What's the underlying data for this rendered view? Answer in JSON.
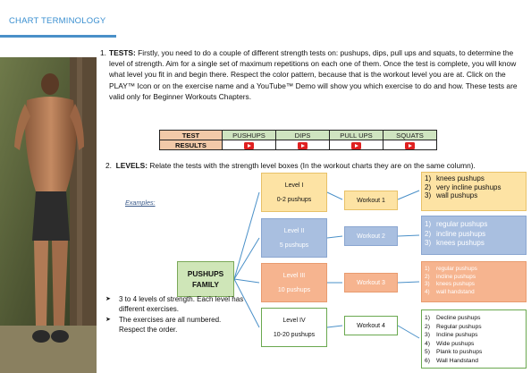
{
  "header": {
    "title": "CHART TERMINOLOGY"
  },
  "section1": {
    "number": "1.",
    "heading": "TESTS:",
    "text": "Firstly, you need to do a couple of different strength tests on: pushups, dips, pull ups and squats, to determine the level of strength. Aim for a single set of maximum repetitions on each one of them. Once the test is complete, you will know what level you fit in and begin there. Respect the color pattern, because that is the workout level you are at. Click on the PLAY™ Icon or on the exercise name and a YouTube™ Demo will show you which exercise to do and how. These tests are valid only for Beginner Workouts Chapters."
  },
  "tests_table": {
    "label_top": "TEST",
    "label_bottom": "RESULTS",
    "columns": [
      "PUSHUPS",
      "DIPS",
      "PULL UPS",
      "SQUATS"
    ]
  },
  "section2": {
    "number": "2.",
    "heading": "LEVELS:",
    "text": "Relate the tests with the strength level boxes (In the workout charts they are on the same column)."
  },
  "examples_label": "Examples:",
  "family": {
    "line1": "PUSHUPS",
    "line2": "FAMILY"
  },
  "levels": [
    {
      "name": "Level I",
      "range": "0-2 pushups",
      "workout": "Workout 1",
      "exercises": [
        "knees pushups",
        "very incline pushups",
        "wall pushups"
      ]
    },
    {
      "name": "Level II",
      "range": "5 pushups",
      "workout": "Workout 2",
      "exercises": [
        "regular pushups",
        "incline pushups",
        "knees pushups"
      ]
    },
    {
      "name": "Level III",
      "range": "10 pushups",
      "workout": "Workout 3",
      "exercises": [
        "regular pushups",
        "incline pushups",
        "knees pushups",
        "wall handstand"
      ]
    },
    {
      "name": "Level IV",
      "range": "10-20 pushups",
      "workout": "Workout 4",
      "exercises": [
        "Decline pushups",
        "Regular pushups",
        "Incline pushups",
        "Wide pushups",
        "Plank to pushups",
        "Wall Handstand"
      ]
    }
  ],
  "notes": [
    "3 to 4 levels of strength. Each level has different exercises.",
    "The exercises are all numbered. Respect the order."
  ],
  "colors": {
    "header_blue": "#3a8fd0",
    "level1": "#fde3a4",
    "level2": "#a9bfe0",
    "level3": "#f6b48f",
    "level4_border": "#6aa84f",
    "family": "#cfe6b8",
    "connector": "#4a90c8",
    "play_red": "#e02020"
  },
  "icons": {
    "play": "play-icon",
    "bullet": "arrow-bullet-icon"
  }
}
